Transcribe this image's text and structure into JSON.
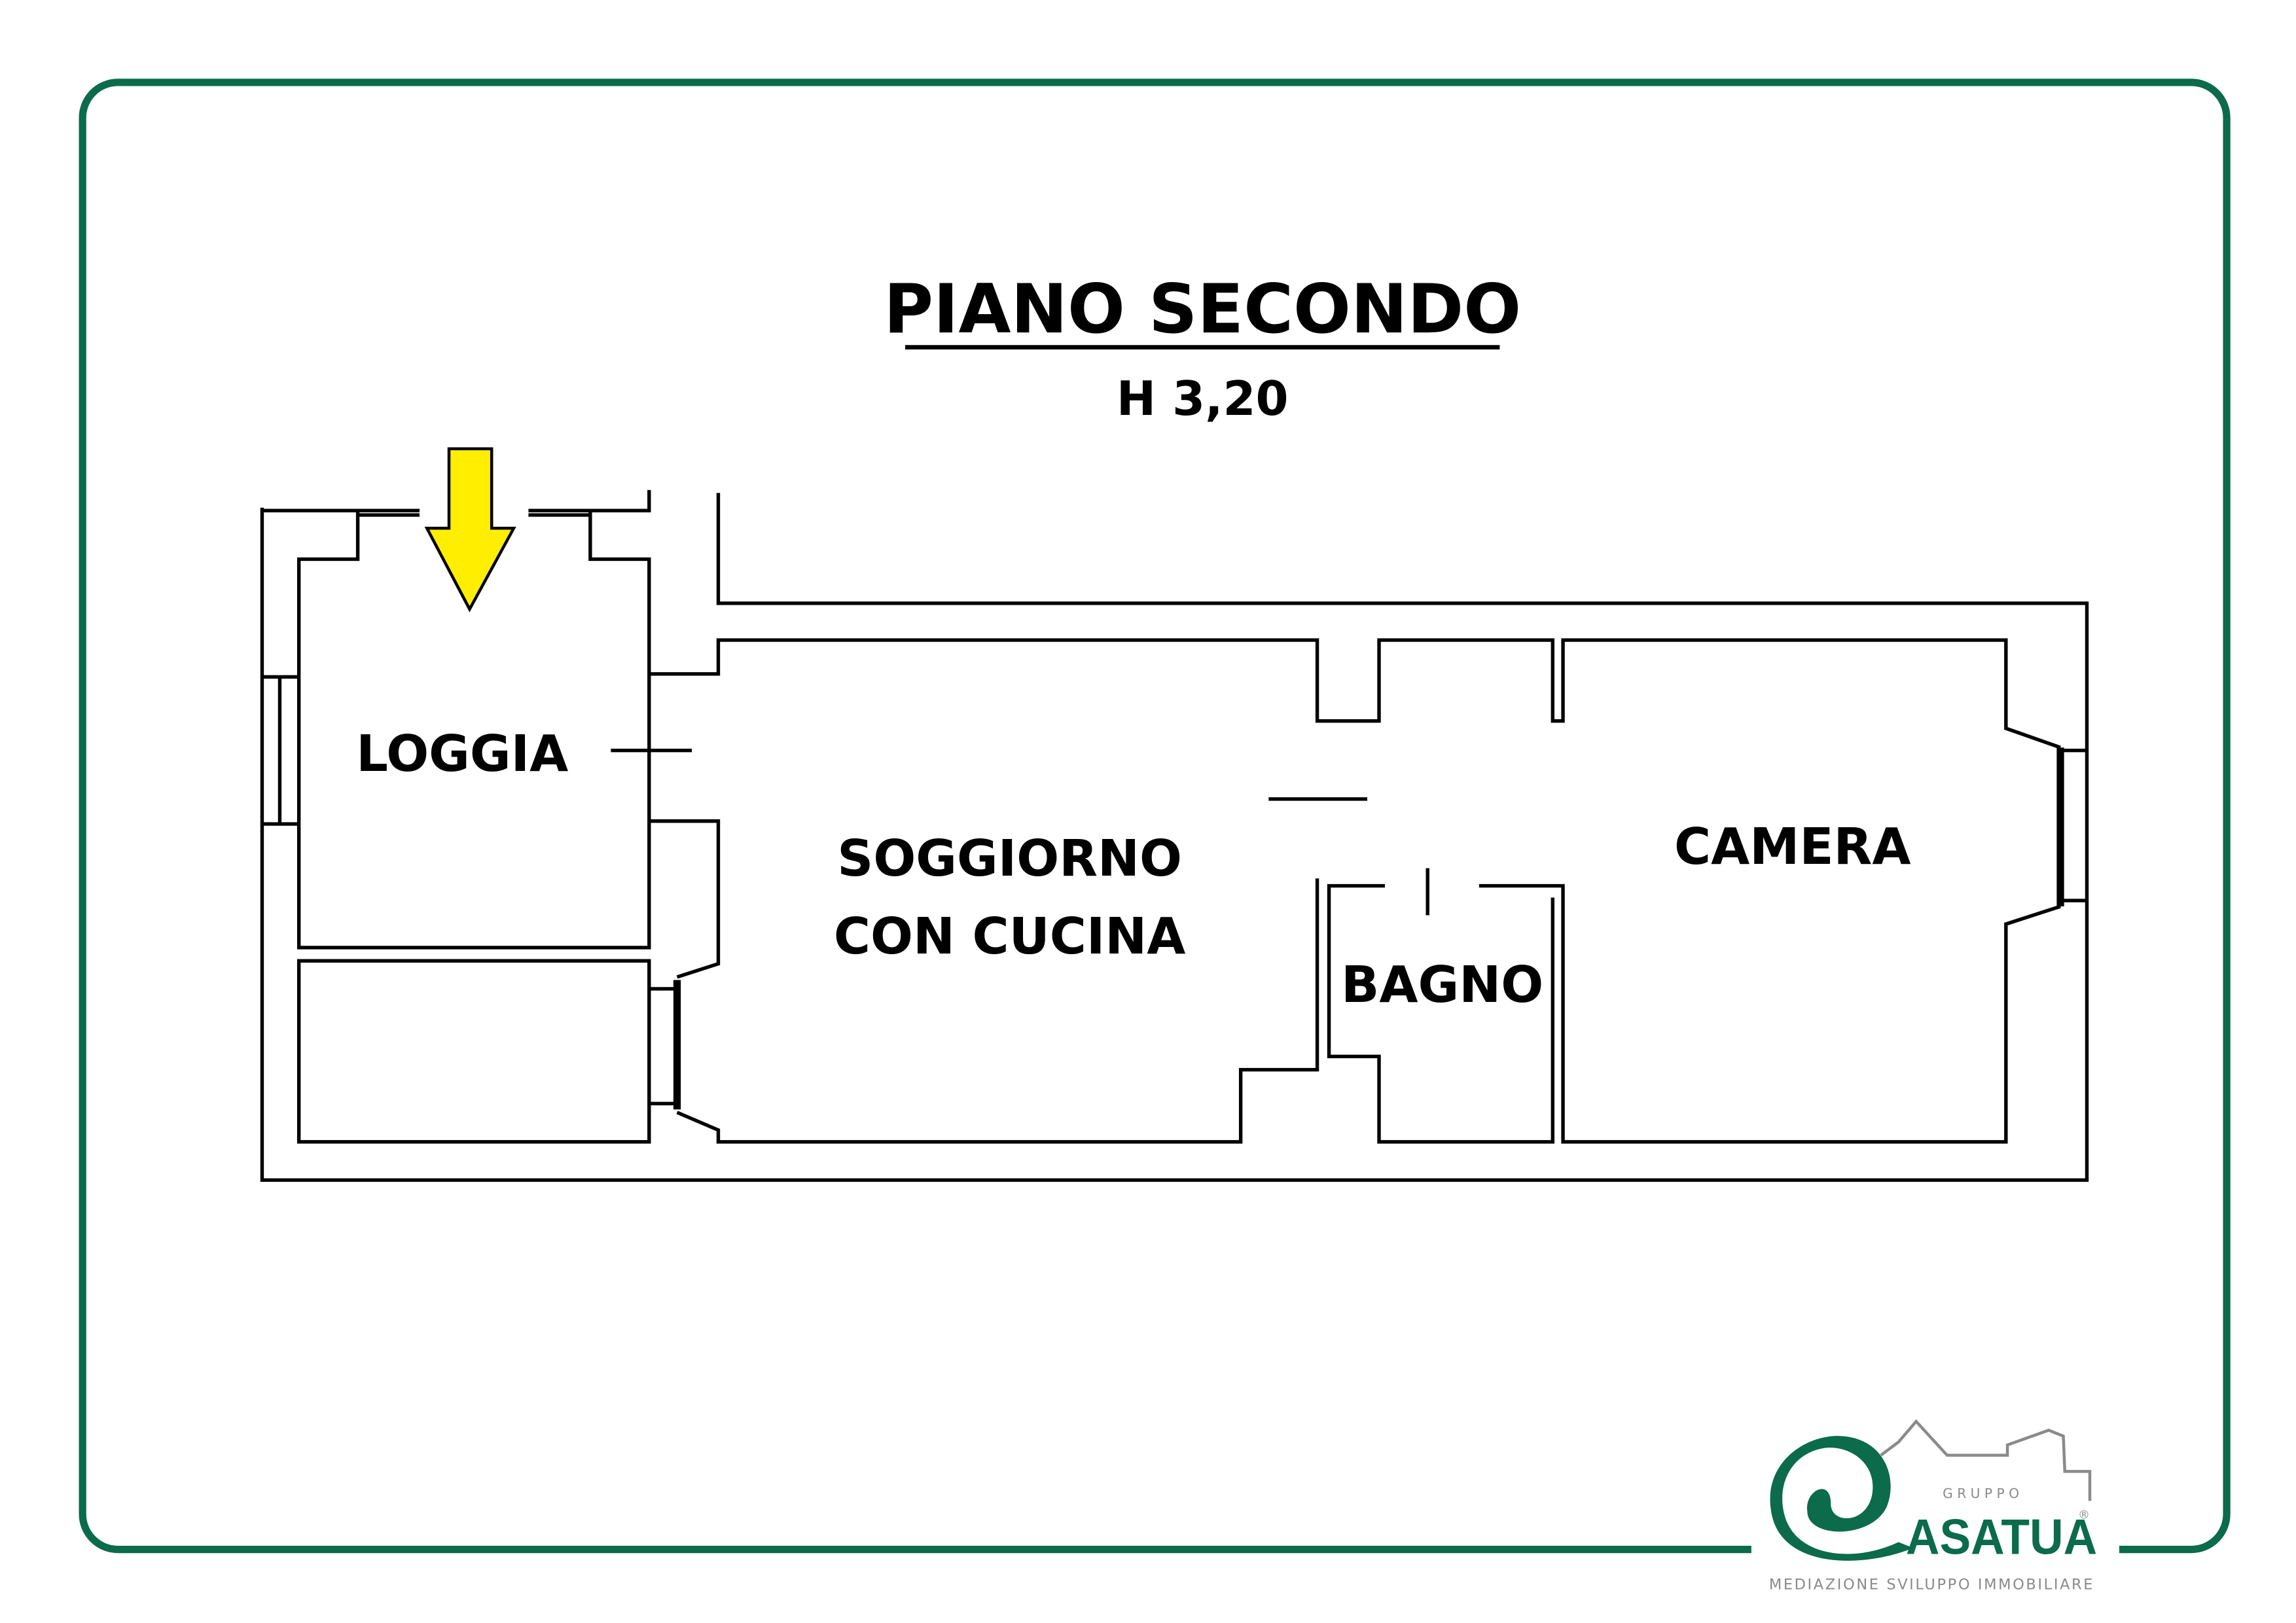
{
  "plan": {
    "title": "PIANO SECONDO",
    "height": "H 3,20",
    "rooms": {
      "loggia": "LOGGIA",
      "soggiorno_line1": "SOGGIORNO",
      "soggiorno_line2": "CON CUCINA",
      "bagno": "BAGNO",
      "camera": "CAMERA"
    }
  },
  "logo": {
    "group": "G R U P P O",
    "brand": "ASATUA",
    "registered": "®",
    "tagline": "MEDIAZIONE SVILUPPO IMMOBILIARE"
  },
  "colors": {
    "frame": "#0b6b4a",
    "arrow": "#ffee00",
    "logo_grey": "#8a8a8a"
  }
}
